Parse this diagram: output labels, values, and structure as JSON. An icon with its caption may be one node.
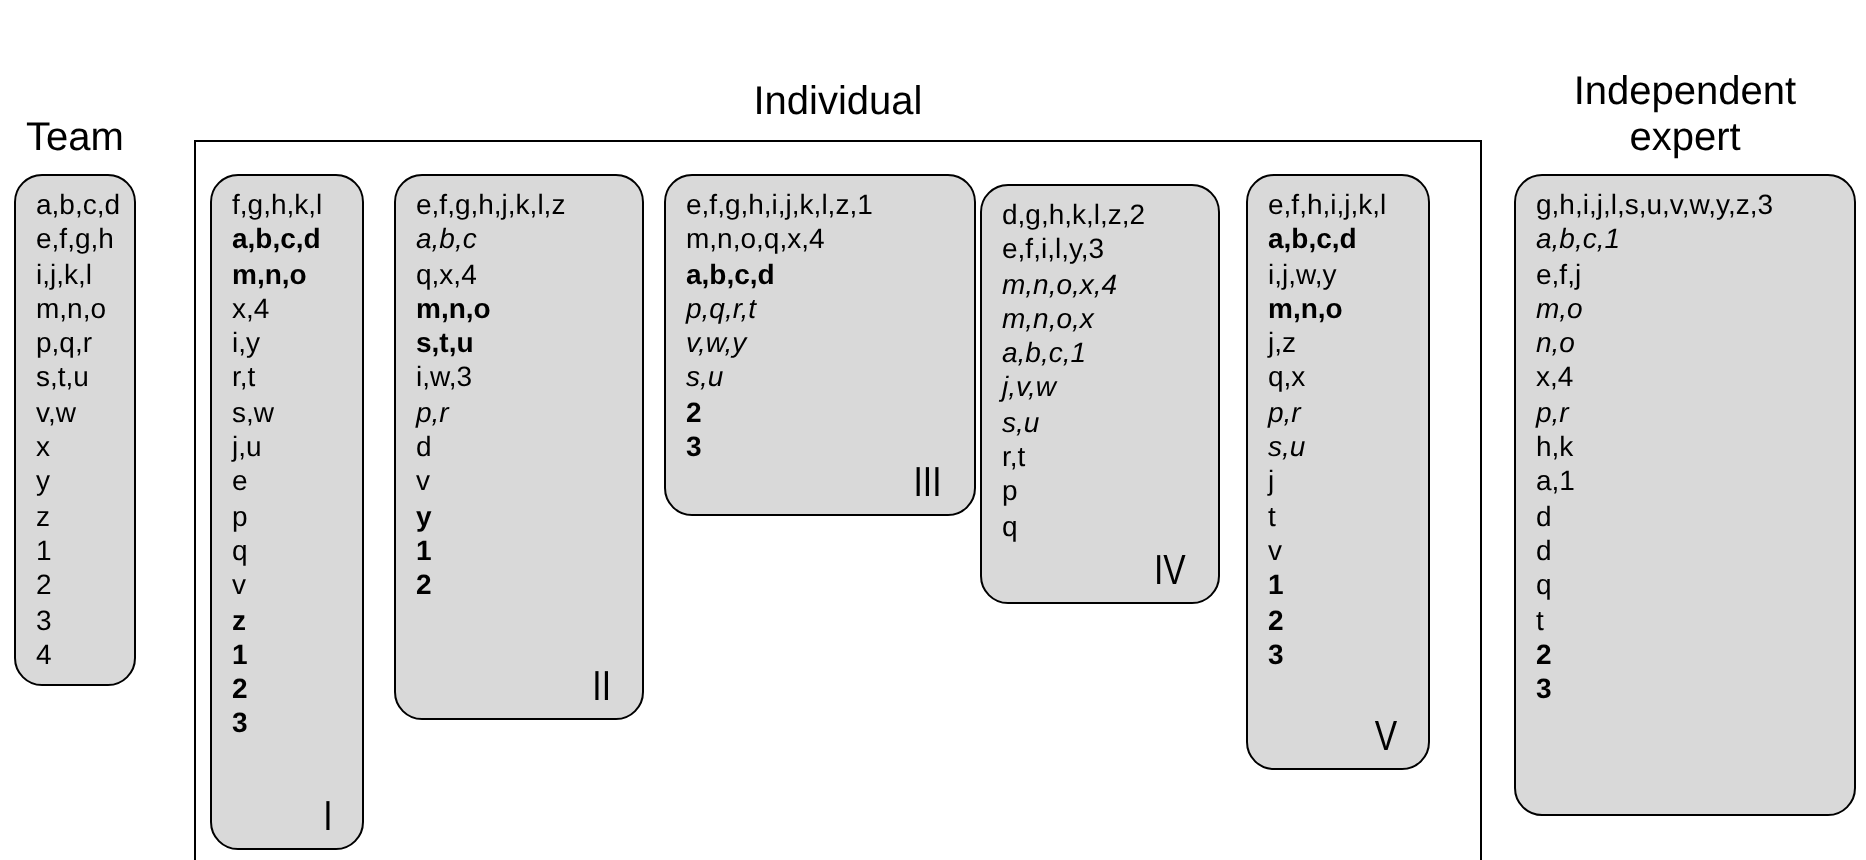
{
  "diagram": {
    "nodes": [
      {
        "text": [
          "Team",
          "a,b,c,d",
          "e,f,g,h",
          "i,j,k,l",
          "m,n,o",
          "p,q,r",
          "s,t,u",
          "v,w",
          "x",
          "y",
          "z",
          "1",
          "2",
          "3",
          "4"
        ]
      },
      {
        "text": [
          "Individual"
        ]
      },
      {
        "text": [
          "f,g,h,k,l",
          "**a,b,c,d**",
          "**m,n,o**",
          "x,4",
          "i,y",
          "r,t",
          "s,w",
          "j,u",
          "e",
          "p",
          "q",
          "v",
          "**z**",
          "**1**",
          "**2**",
          "**3**",
          "I"
        ],
        "in": 1
      },
      {
        "text": [
          "e,f,g,h,j,k,l,z",
          "*a,b,c*",
          "q,x,4",
          "**m,n,o**",
          "**s,t,u**",
          "i,w,3",
          "*p,r*",
          "d",
          "v",
          "**y**",
          "**1**",
          "**2**",
          "II"
        ],
        "in": 1
      },
      {
        "text": [
          "e,f,g,h,i,j,k,l,z,1",
          "m,n,o,q,x,4",
          "**a,b,c,d**",
          "*p,q,r,t*",
          "*v,w,y*",
          "*s,u*",
          "**2**",
          "**3**",
          "III"
        ],
        "in": 1
      },
      {
        "text": [
          "d,g,h,k,l,z,2",
          "e,f,i,l,y,3",
          "*m,n,o,x,4*",
          "*m,n,o,x*",
          "*a,b,c,1*",
          "*j,v,w*",
          "*s,u*",
          "r,t",
          "p",
          "q",
          "IV"
        ],
        "in": 1
      },
      {
        "text": [
          "e,f,h,i,j,k,l",
          "**a,b,c,d**",
          "i,j,w,y",
          "**m,n,o**",
          "j,z",
          "q,x",
          "*p,r*",
          "*s,u*",
          "j",
          "t",
          "v",
          "**1**",
          "**2**",
          "**3**",
          "V"
        ],
        "in": 1
      },
      {
        "text": [
          "Independent expert",
          "g,h,i,j,l,s,u,v,w,y,z,3",
          "*a,b,c,1*",
          "e,f,j",
          "*m,o*",
          "*n,o*",
          "x,4",
          "*p,r*",
          "h,k",
          "a,1",
          "d",
          "d",
          "q",
          "t",
          "**2**",
          "**3**"
        ]
      }
    ]
  }
}
